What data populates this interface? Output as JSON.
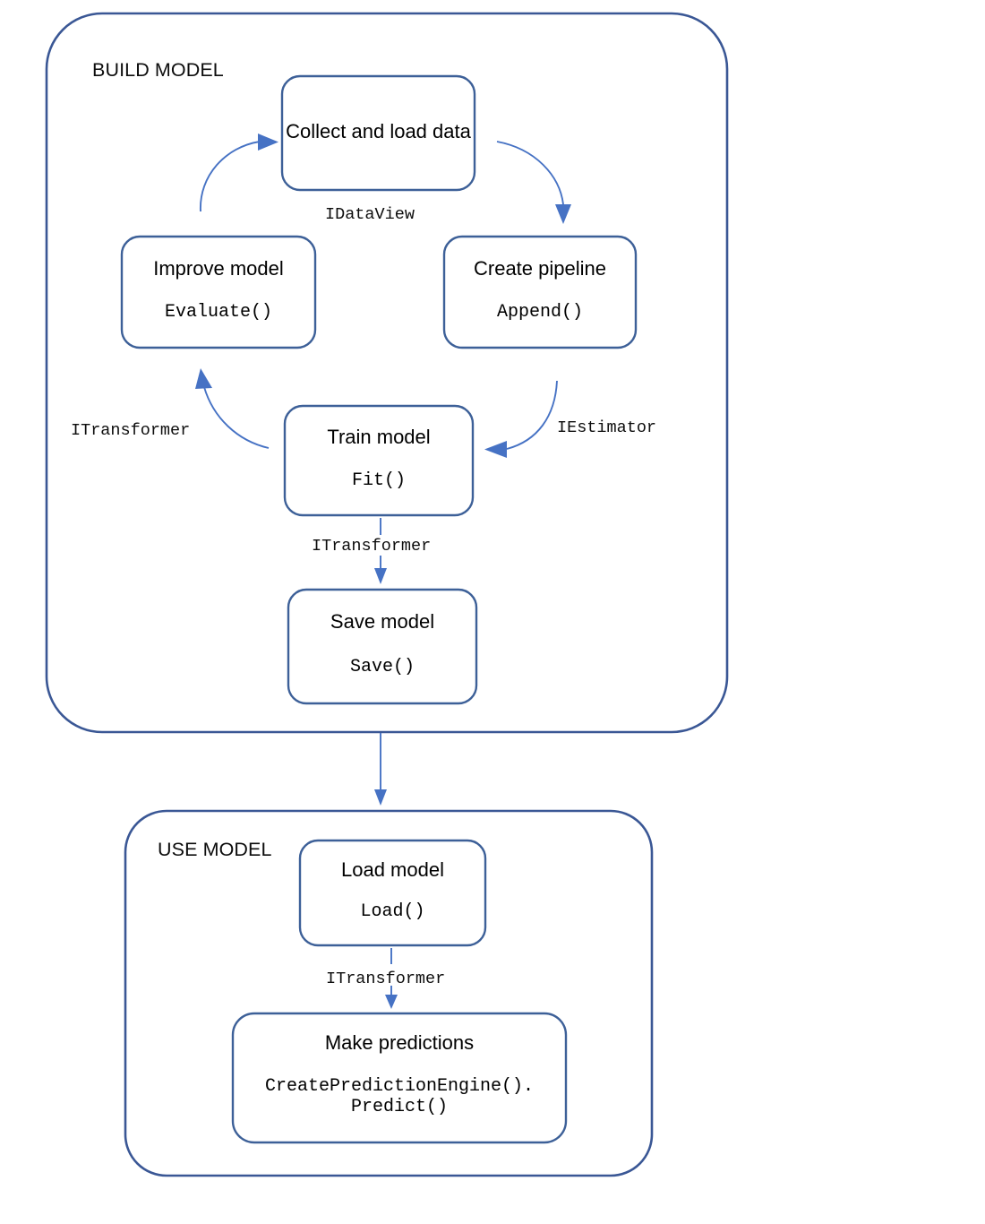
{
  "diagram": {
    "title_visible": false,
    "accent_color": "#4672c4",
    "container_stroke": "#3a5795",
    "node_stroke": "#3d6098",
    "text_color": "#0d0d0d",
    "background": "#ffffff"
  },
  "groups": [
    {
      "id": "build-model",
      "label": "BUILD MODEL"
    },
    {
      "id": "use-model",
      "label": "USE MODEL"
    }
  ],
  "nodes": [
    {
      "id": "collect-and-load-data",
      "title": "Collect and load\ndata",
      "api": ""
    },
    {
      "id": "create-pipeline",
      "title": "Create pipeline",
      "api": "Append()"
    },
    {
      "id": "train-model",
      "title": "Train model",
      "api": "Fit()"
    },
    {
      "id": "improve-model",
      "title": "Improve model",
      "api": "Evaluate()"
    },
    {
      "id": "save-model",
      "title": "Save model",
      "api": "Save()"
    },
    {
      "id": "load-model",
      "title": "Load model",
      "api": "Load()"
    },
    {
      "id": "make-predictions",
      "title": "Make predictions",
      "api": "CreatePredictionEngine().\nPredict()"
    }
  ],
  "edge_labels": {
    "collect_to_pipeline": "IDataView",
    "pipeline_to_train": "IEstimator",
    "train_to_improve": "ITransformer",
    "train_to_save": "ITransformer",
    "load_to_predict": "ITransformer"
  }
}
